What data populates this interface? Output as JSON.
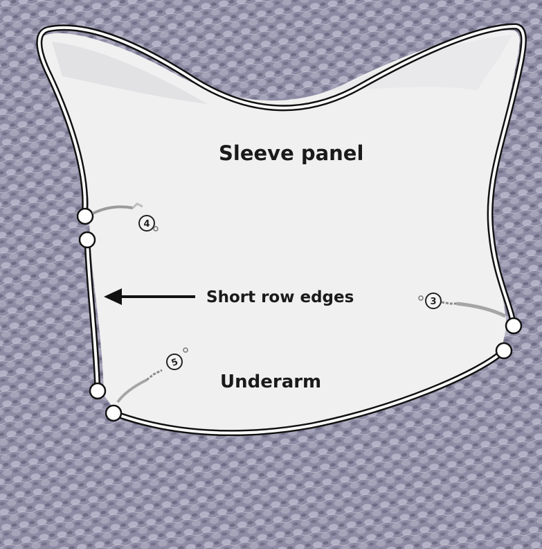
{
  "labels": {
    "sleeve_panel": "Sleeve panel",
    "short_row_edges": "Short row edges",
    "underarm": "Underarm"
  },
  "markers": [
    {
      "number": "4"
    },
    {
      "number": "3"
    },
    {
      "number": "5"
    }
  ],
  "colors": {
    "knit_fabric": "#8e8ca4",
    "knit_dark": "#6f6d86",
    "knit_light": "#b3b1c5",
    "panel_background": "#f1f1f1",
    "outline": "#111111",
    "outline_inner": "#ffffff",
    "arrow": "#111111"
  }
}
